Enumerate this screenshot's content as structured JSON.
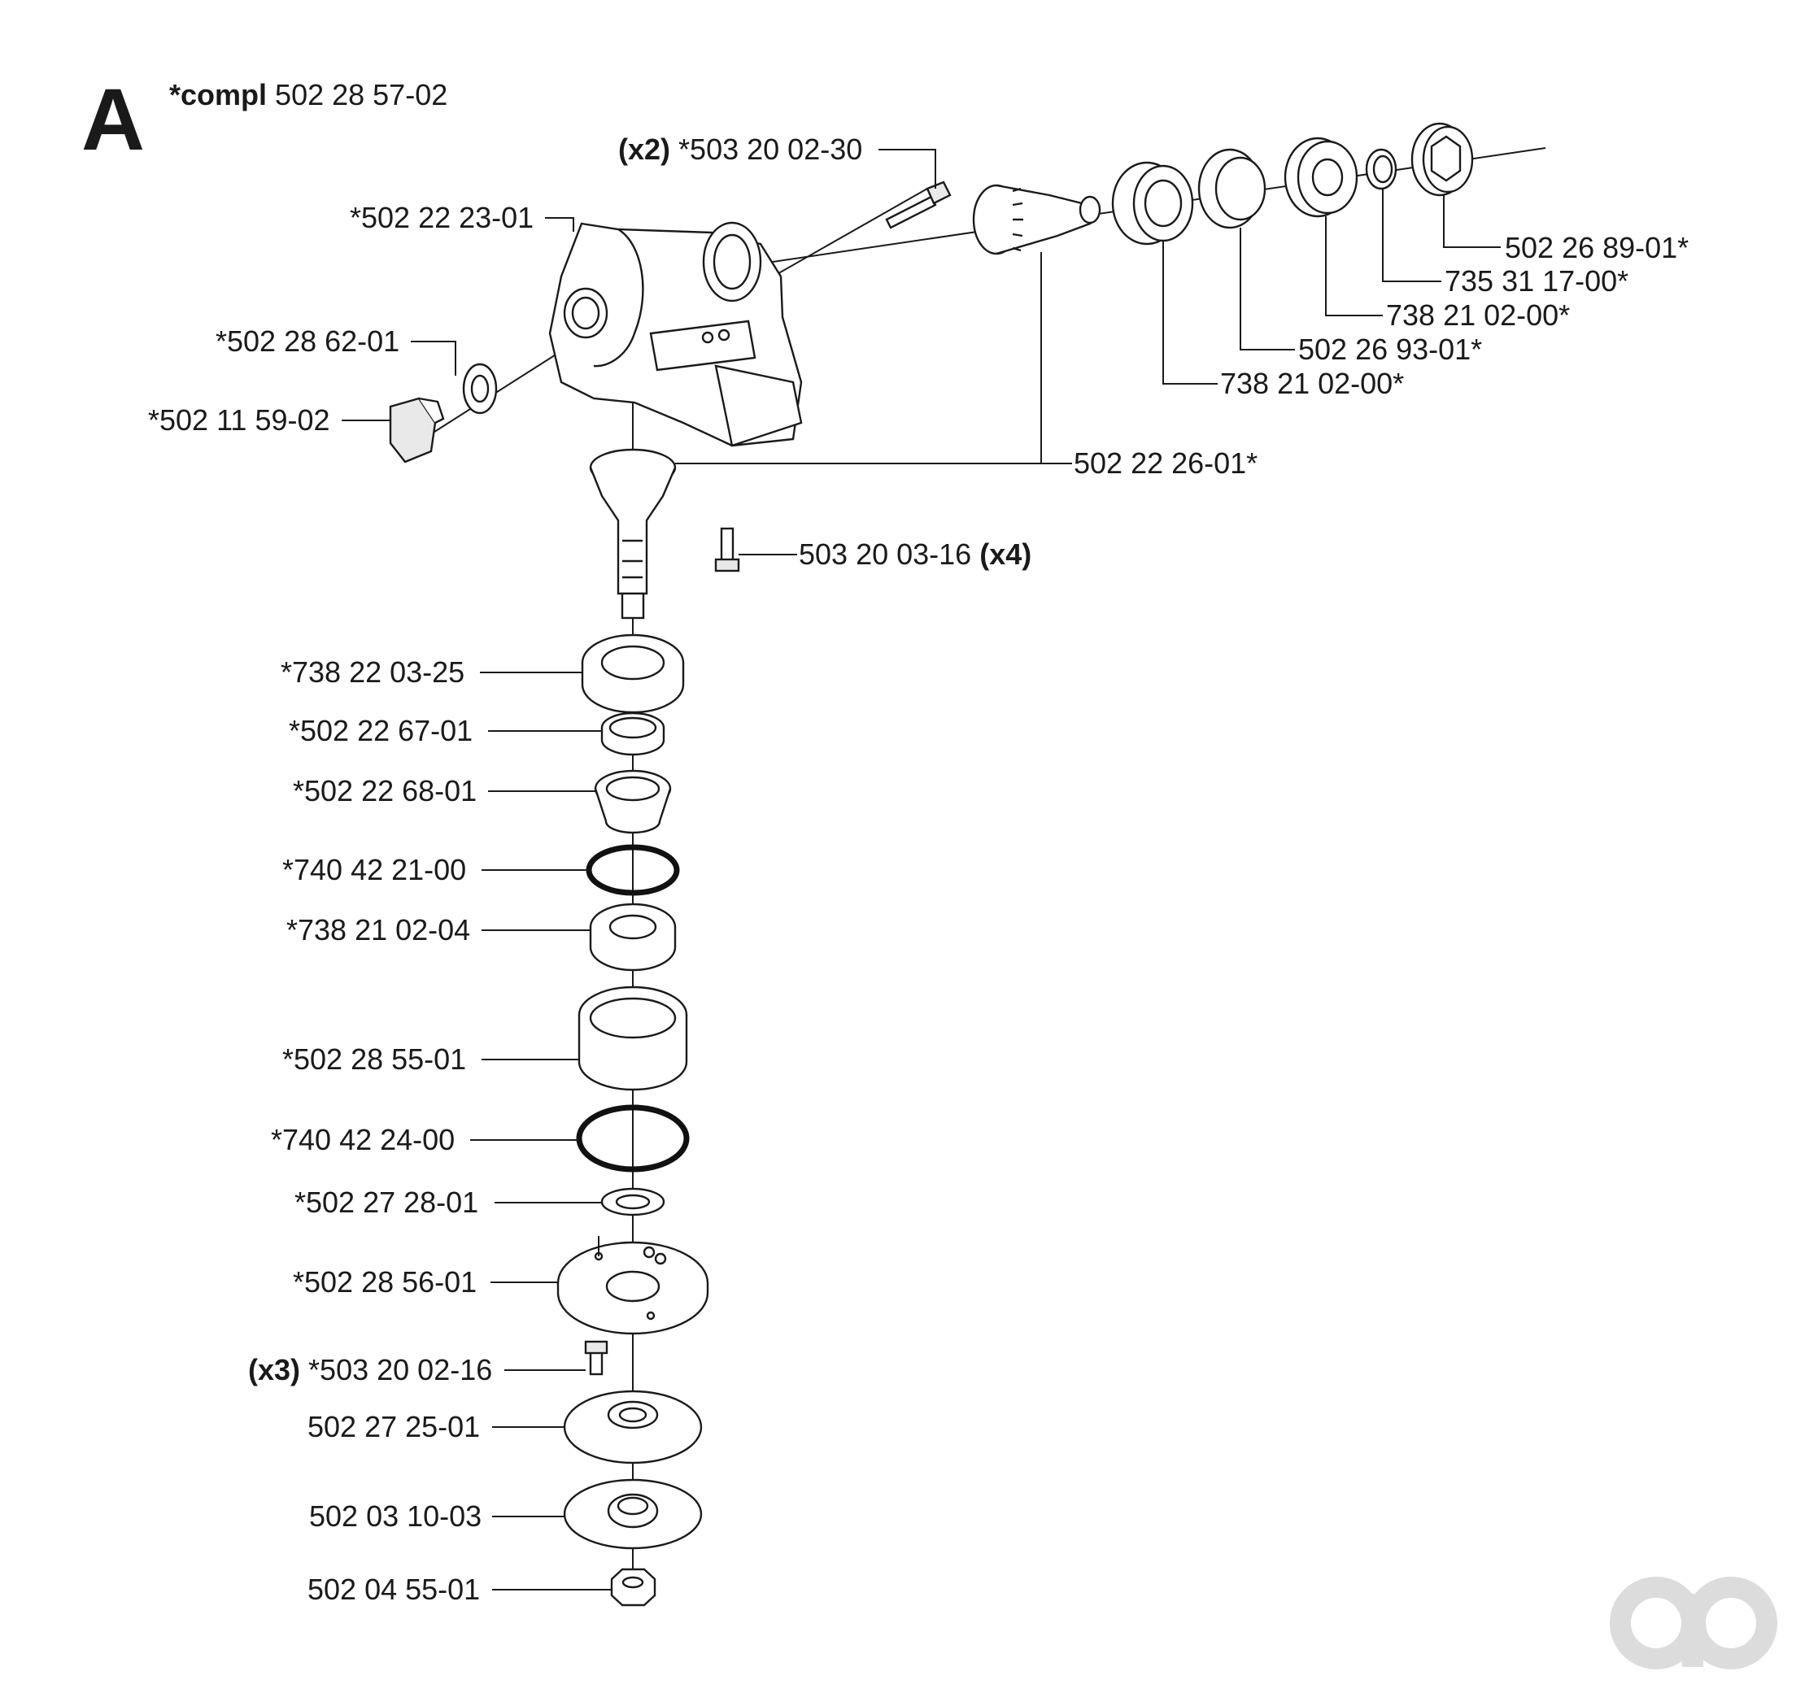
{
  "diagram": {
    "section_letter": "A",
    "compl_prefix": "*compl",
    "compl_number": "502 28 57-02",
    "labels": {
      "screw_x2": {
        "qty": "(x2)",
        "number": "*503 20 02-30"
      },
      "housing": "*502 22 23-01",
      "washer_plug": "*502 28 62-01",
      "plug": "*502 11 59-02",
      "nut_top": "502 26 89-01*",
      "circlip": "735 31 17-00*",
      "bearing_a": "738 21 02-00*",
      "spacer_ring": "502 26 93-01*",
      "bearing_b": "738 21 02-00*",
      "gear_set": "502 22 26-01*",
      "screw_x4": {
        "number": "503 20 03-16",
        "qty": "(x4)"
      },
      "bearing_low": "*738 22 03-25",
      "ring_1": "*502 22 67-01",
      "ring_2": "*502 22 68-01",
      "oring_1": "*740 42 21-00",
      "bearing_2": "*738 21 02-04",
      "sleeve": "*502 28 55-01",
      "oring_2": "*740 42 24-00",
      "washer_low": "*502 27 28-01",
      "cover": "*502 28 56-01",
      "screw_x3": {
        "qty": "(x3)",
        "number": "*503 20 02-16"
      },
      "drive_disc": "502 27 25-01",
      "support_cup": "502 03 10-03",
      "nut_low": "502 04 55-01"
    },
    "watermark_icon": "ap-logo-icon"
  }
}
